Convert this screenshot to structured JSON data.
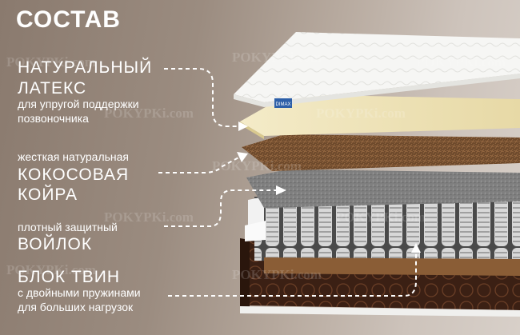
{
  "title": "СОСТАВ",
  "watermark": "POKYPKi.com",
  "badge": "DIMAX",
  "labels": {
    "latex": {
      "line1": "НАТУРАЛЬНЫЙ",
      "line2": "ЛАТЕКС",
      "desc1": "для упругой поддержки",
      "desc2": "позвоночника"
    },
    "coir": {
      "desc": "жесткая натуральная",
      "line1": "КОКОСОВАЯ",
      "line2": "КОЙРА"
    },
    "felt": {
      "desc": "плотный защитный",
      "line1": "ВОЙЛОК"
    },
    "block": {
      "line1": "БЛОК ТВИН",
      "desc1": "с двойными пружинами",
      "desc2": "для больших нагрузок"
    }
  },
  "colors": {
    "cover": "#f7f7f5",
    "latex": "#efe3b8",
    "coir": "#7a5232",
    "felt": "#8a8a8a",
    "base": "#3a1f12",
    "arrow": "#ffffff"
  }
}
